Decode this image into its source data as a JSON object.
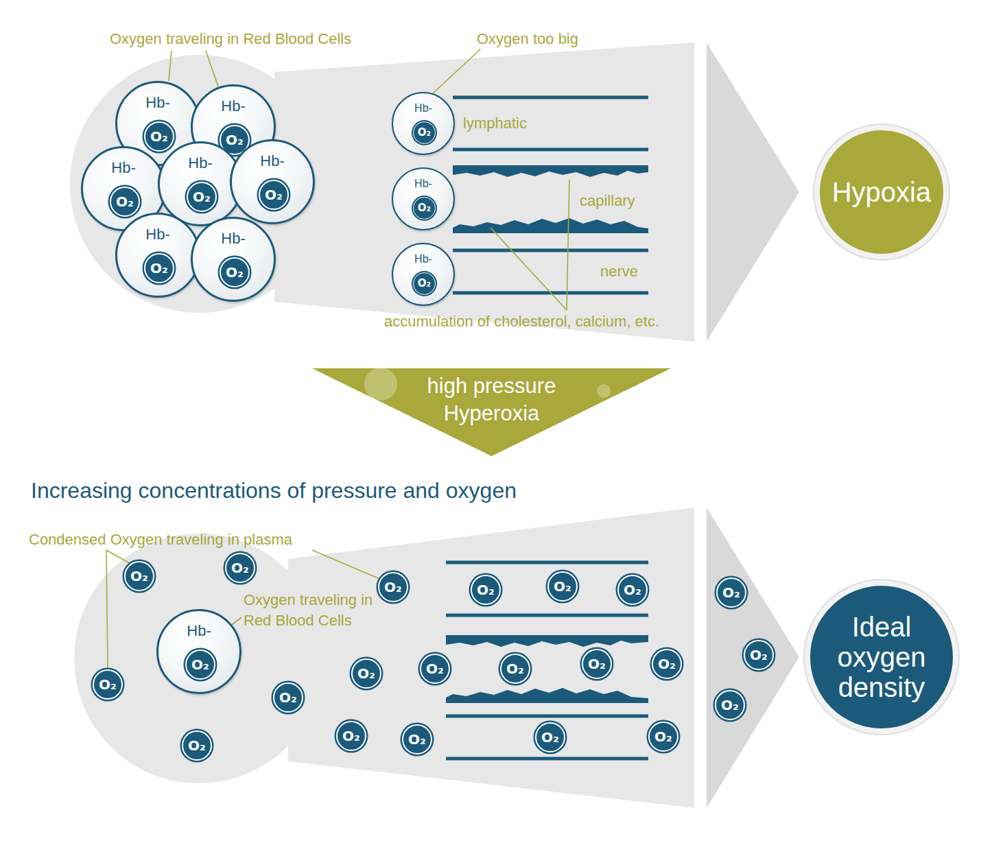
{
  "diagram": {
    "nodes": [
      {
        "text": [
          "Hb-"
        ]
      },
      {
        "text": [
          "O₂"
        ],
        "in": 0
      },
      {
        "text": [
          "Hb-"
        ]
      },
      {
        "text": [
          "O₂"
        ],
        "in": 2
      },
      {
        "text": [
          "Hb-"
        ]
      },
      {
        "text": [
          "O₂"
        ],
        "in": 4
      },
      {
        "text": [
          "Hb-"
        ]
      },
      {
        "text": [
          "O₂"
        ],
        "in": 6
      },
      {
        "text": [
          "Hb-"
        ]
      },
      {
        "text": [
          "O₂"
        ],
        "in": 8
      },
      {
        "text": [
          "Hb-"
        ]
      },
      {
        "text": [
          "O₂"
        ],
        "in": 10
      },
      {
        "text": [
          "Hb-"
        ]
      },
      {
        "text": [
          "O₂"
        ],
        "in": 12
      },
      {
        "text": [
          "Hb-"
        ]
      },
      {
        "text": [
          "O₂"
        ],
        "in": 14
      },
      {
        "text": [
          "Hb-"
        ]
      },
      {
        "text": [
          "O₂"
        ],
        "in": 16
      },
      {
        "text": [
          "Hb-"
        ]
      },
      {
        "text": [
          "O₂"
        ],
        "in": 18
      },
      {
        "text": [
          "Hypoxia"
        ]
      },
      {
        "text": [
          "high pressure Hyperoxia"
        ]
      },
      {
        "text": [
          "O₂"
        ]
      },
      {
        "text": [
          "O₂"
        ]
      },
      {
        "text": [
          "O₂"
        ]
      },
      {
        "text": [
          "O₂"
        ]
      },
      {
        "text": [
          "O₂"
        ]
      },
      {
        "text": [
          "O₂"
        ]
      },
      {
        "text": [
          "O₂"
        ]
      },
      {
        "text": [
          "Hb-"
        ]
      },
      {
        "text": [
          "O₂"
        ],
        "in": 29
      },
      {
        "text": [
          "O₂"
        ]
      },
      {
        "text": [
          "O₂"
        ]
      },
      {
        "text": [
          "O₂"
        ]
      },
      {
        "text": [
          "O₂"
        ]
      },
      {
        "text": [
          "O₂"
        ]
      },
      {
        "text": [
          "O₂"
        ]
      },
      {
        "text": [
          "O₂"
        ]
      },
      {
        "text": [
          "O₂"
        ]
      },
      {
        "text": [
          "O₂"
        ]
      },
      {
        "text": [
          "O₂"
        ]
      },
      {
        "text": [
          "O₂"
        ]
      },
      {
        "text": [
          "O₂"
        ]
      },
      {
        "text": [
          "O₂"
        ]
      },
      {
        "text": [
          "O₂"
        ]
      },
      {
        "text": [
          "Ideal oxygen density"
        ]
      }
    ],
    "labels": [
      "Oxygen traveling in Red Blood Cells",
      "Oxygen too big",
      "lymphatic",
      "capillary",
      "nerve",
      "accumulation of cholesterol, calcium, etc.",
      "Increasing concentrations of pressure and oxygen",
      "Condensed Oxygen traveling in plasma",
      "Oxygen traveling in Red Blood Cells"
    ]
  }
}
